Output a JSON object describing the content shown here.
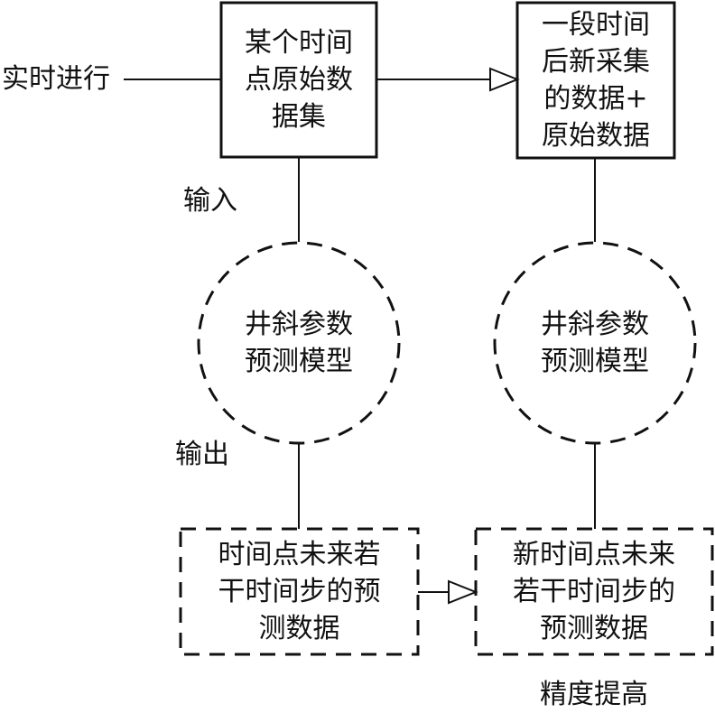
{
  "labels": {
    "realtime": "实时进行",
    "input": "输入",
    "output": "输出",
    "accuracy": "精度提高"
  },
  "nodes": {
    "original_dataset": [
      "某个时间",
      "点原始数",
      "据集"
    ],
    "new_dataset": [
      "一段时间",
      "后新采集",
      "的数据+",
      "原始数据"
    ],
    "model_left": [
      "井斜参数",
      "预测模型"
    ],
    "model_right": [
      "井斜参数",
      "预测模型"
    ],
    "prediction_left": [
      "时间点未来若",
      "干时间步的预",
      "测数据"
    ],
    "prediction_right": [
      "新时间点未来",
      "若干时间步的",
      "预测数据"
    ]
  },
  "colors": {
    "stroke": "#111111",
    "background": "#ffffff"
  }
}
